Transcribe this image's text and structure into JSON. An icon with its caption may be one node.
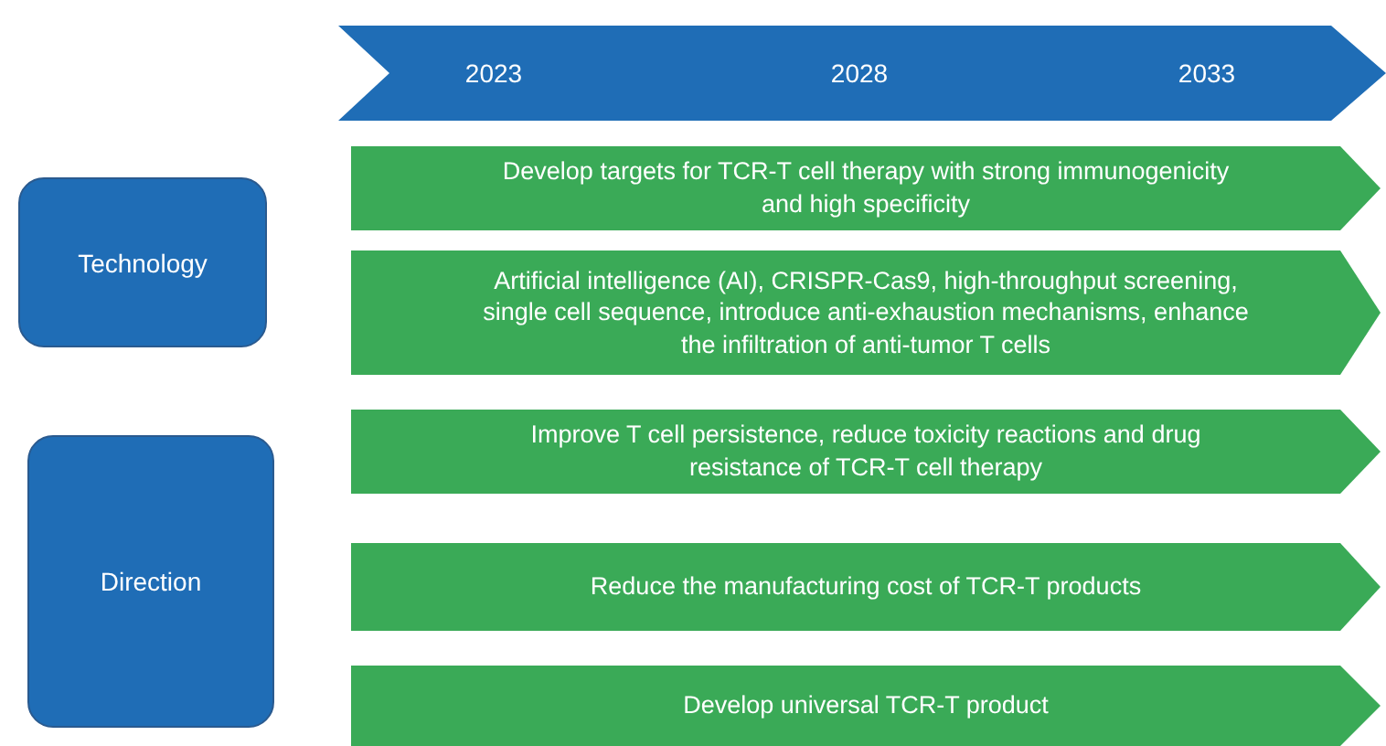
{
  "diagram": {
    "nodes": [
      {
        "text": [
          "2023",
          "2028",
          "2033"
        ]
      },
      {
        "text": [
          "Technology"
        ]
      },
      {
        "text": [
          "Direction"
        ]
      },
      {
        "text": [
          "Develop targets for TCR-T cell therapy with strong immunogenicity and high specificity"
        ]
      },
      {
        "text": [
          "Artificial intelligence (AI), CRISPR-Cas9, high-throughput screening, single cell sequence,  introduce anti-exhaustion mechanisms, enhance the infiltration of anti-tumor T cells"
        ]
      },
      {
        "text": [
          "Improve T cell persistence, reduce toxicity reactions and drug resistance of TCR-T cell therapy"
        ]
      },
      {
        "text": [
          "Reduce the manufacturing cost of TCR-T products"
        ]
      },
      {
        "text": [
          "Develop universal TCR-T product"
        ]
      }
    ]
  }
}
